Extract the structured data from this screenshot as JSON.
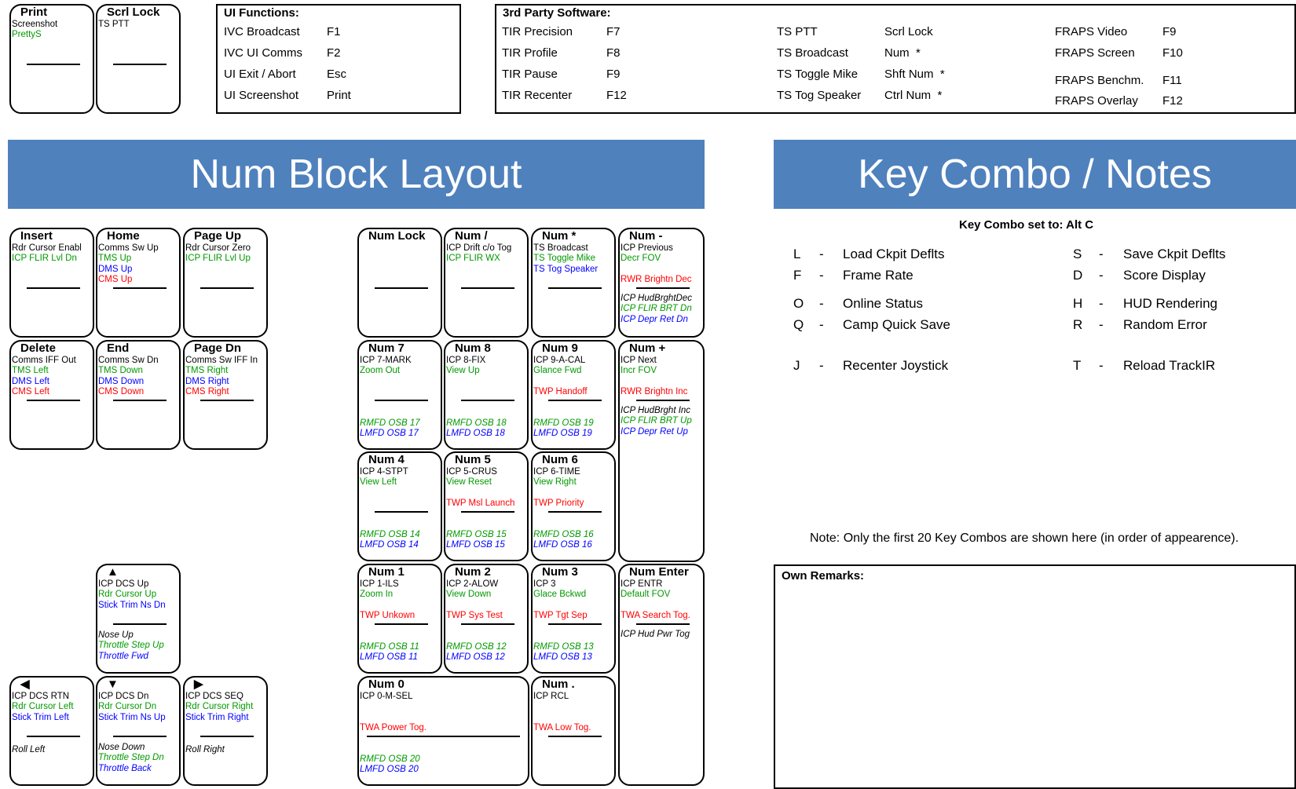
{
  "top_keys": [
    {
      "title": "Print",
      "lines": [
        {
          "text": "Screenshot",
          "c": "black"
        },
        {
          "text": "PrettyS",
          "c": "green"
        }
      ]
    },
    {
      "title": "Scrl Lock",
      "lines": [
        {
          "text": "TS PTT",
          "c": "black"
        }
      ]
    }
  ],
  "ui_functions": {
    "title": "UI Functions:",
    "rows": [
      [
        "IVC Broadcast",
        "F1"
      ],
      [
        "IVC UI Comms",
        "F2"
      ],
      [
        "UI Exit / Abort",
        "Esc"
      ],
      [
        "UI Screenshot",
        "Print"
      ]
    ]
  },
  "third_party": {
    "title": "3rd Party Software:",
    "tir": [
      [
        "TIR Precision",
        "F7"
      ],
      [
        "TIR Profile",
        "F8"
      ],
      [
        "TIR Pause",
        "F9"
      ],
      [
        "TIR Recenter",
        "F12"
      ]
    ],
    "ts": [
      [
        "TS PTT",
        "Scrl Lock"
      ],
      [
        "TS Broadcast",
        "Num  *"
      ],
      [
        "TS Toggle Mike",
        "Shft Num  *"
      ],
      [
        "TS Tog Speaker",
        "Ctrl Num  *"
      ]
    ],
    "fraps": [
      [
        "FRAPS Video",
        "F9"
      ],
      [
        "FRAPS Screen",
        "F10"
      ],
      [
        "FRAPS Benchm.",
        "F11"
      ],
      [
        "FRAPS Overlay",
        "F12"
      ]
    ]
  },
  "banners": {
    "num_block": "Num Block Layout",
    "key_combo": "Key Combo / Notes"
  },
  "nav_keys": [
    {
      "title": "Insert",
      "lines": [
        {
          "text": "Rdr Cursor Enabl",
          "c": "black"
        },
        {
          "text": "ICP FLIR Lvl Dn",
          "c": "green"
        }
      ]
    },
    {
      "title": "Home",
      "lines": [
        {
          "text": "Comms Sw Up",
          "c": "black"
        },
        {
          "text": "TMS Up",
          "c": "green"
        },
        {
          "text": "DMS Up",
          "c": "blue"
        },
        {
          "text": "CMS Up",
          "c": "red"
        }
      ]
    },
    {
      "title": "Page Up",
      "lines": [
        {
          "text": "Rdr Cursor Zero",
          "c": "black"
        },
        {
          "text": "ICP FLIR Lvl Up",
          "c": "green"
        }
      ]
    },
    {
      "title": "Delete",
      "lines": [
        {
          "text": "Comms IFF Out",
          "c": "black"
        },
        {
          "text": "TMS Left",
          "c": "green"
        },
        {
          "text": "DMS Left",
          "c": "blue"
        },
        {
          "text": "CMS Left",
          "c": "red"
        }
      ]
    },
    {
      "title": "End",
      "lines": [
        {
          "text": "Comms Sw Dn",
          "c": "black"
        },
        {
          "text": "TMS Down",
          "c": "green"
        },
        {
          "text": "DMS Down",
          "c": "blue"
        },
        {
          "text": "CMS Down",
          "c": "red"
        }
      ]
    },
    {
      "title": "Page Dn",
      "lines": [
        {
          "text": "Comms Sw IFF In",
          "c": "black"
        },
        {
          "text": "TMS Right",
          "c": "green"
        },
        {
          "text": "DMS Right",
          "c": "blue"
        },
        {
          "text": "CMS Right",
          "c": "red"
        }
      ]
    }
  ],
  "arrow_keys": [
    {
      "title": "▲",
      "lines": [
        {
          "text": "ICP DCS Up",
          "c": "black"
        },
        {
          "text": "Rdr Cursor Up",
          "c": "green"
        },
        {
          "text": "Stick Trim Ns Dn",
          "c": "blue"
        }
      ],
      "lower": [
        {
          "text": "Nose Up",
          "c": "black"
        },
        {
          "text": "Throttle Step Up",
          "c": "green"
        },
        {
          "text": "Throttle Fwd",
          "c": "blue"
        }
      ]
    },
    {
      "title": "◀",
      "lines": [
        {
          "text": "ICP DCS RTN",
          "c": "black"
        },
        {
          "text": "Rdr Cursor Left",
          "c": "green"
        },
        {
          "text": "Stick Trim Left",
          "c": "blue"
        }
      ],
      "lower": [
        {
          "text": "Roll Left",
          "c": "black"
        }
      ]
    },
    {
      "title": "▼",
      "lines": [
        {
          "text": "ICP DCS Dn",
          "c": "black"
        },
        {
          "text": "Rdr Cursor Dn",
          "c": "green"
        },
        {
          "text": "Stick Trim Ns Up",
          "c": "blue"
        }
      ],
      "lower": [
        {
          "text": "Nose Down",
          "c": "black"
        },
        {
          "text": "Throttle Step Dn",
          "c": "green"
        },
        {
          "text": "Throttle Back",
          "c": "blue"
        }
      ]
    },
    {
      "title": "▶",
      "lines": [
        {
          "text": "ICP DCS SEQ",
          "c": "black"
        },
        {
          "text": "Rdr Cursor Right",
          "c": "green"
        },
        {
          "text": "Stick Trim Right",
          "c": "blue"
        }
      ],
      "lower": [
        {
          "text": "Roll Right",
          "c": "black"
        }
      ]
    }
  ],
  "num_keys": [
    {
      "title": "Num Lock",
      "lines": [],
      "lower": []
    },
    {
      "title": "Num /",
      "lines": [
        {
          "text": "ICP Drift c/o Tog",
          "c": "black"
        },
        {
          "text": "ICP FLIR WX",
          "c": "green"
        }
      ],
      "lower": []
    },
    {
      "title": "Num  *",
      "lines": [
        {
          "text": "TS Broadcast",
          "c": "black"
        },
        {
          "text": "TS Toggle Mike",
          "c": "green"
        },
        {
          "text": "TS Tog Speaker",
          "c": "blue"
        }
      ],
      "lower": []
    },
    {
      "title": "Num -",
      "lines": [
        {
          "text": "ICP Previous",
          "c": "black"
        },
        {
          "text": "Decr FOV",
          "c": "green"
        }
      ],
      "mid": {
        "text": "RWR Brightn Dec",
        "c": "red"
      },
      "lower": [
        {
          "text": "ICP HudBrghtDec",
          "c": "black"
        },
        {
          "text": "ICP FLIR BRT Dn",
          "c": "green"
        },
        {
          "text": "ICP Depr Ret Dn",
          "c": "blue"
        }
      ]
    },
    {
      "title": "Num 7",
      "lines": [
        {
          "text": "ICP 7-MARK",
          "c": "black"
        },
        {
          "text": "Zoom Out",
          "c": "green"
        }
      ],
      "lower": [
        {
          "text": "RMFD OSB 17",
          "c": "green"
        },
        {
          "text": "LMFD OSB 17",
          "c": "blue"
        }
      ]
    },
    {
      "title": "Num 8",
      "lines": [
        {
          "text": "ICP 8-FIX",
          "c": "black"
        },
        {
          "text": "View Up",
          "c": "green"
        }
      ],
      "lower": [
        {
          "text": "RMFD OSB 18",
          "c": "green"
        },
        {
          "text": "LMFD OSB 18",
          "c": "blue"
        }
      ]
    },
    {
      "title": "Num 9",
      "lines": [
        {
          "text": "ICP 9-A-CAL",
          "c": "black"
        },
        {
          "text": "Glance Fwd",
          "c": "green"
        }
      ],
      "mid": {
        "text": "TWP Handoff",
        "c": "red"
      },
      "lower": [
        {
          "text": "RMFD OSB 19",
          "c": "green"
        },
        {
          "text": "LMFD OSB 19",
          "c": "blue"
        }
      ]
    },
    {
      "title": "Num +",
      "lines": [
        {
          "text": "ICP Next",
          "c": "black"
        },
        {
          "text": "Incr FOV",
          "c": "green"
        }
      ],
      "mid": {
        "text": "RWR Brightn Inc",
        "c": "red"
      },
      "lower": [
        {
          "text": "ICP HudBrght Inc",
          "c": "black"
        },
        {
          "text": "ICP FLIR BRT Up",
          "c": "green"
        },
        {
          "text": "ICP Depr Ret Up",
          "c": "blue"
        }
      ]
    },
    {
      "title": "Num 4",
      "lines": [
        {
          "text": "ICP 4-STPT",
          "c": "black"
        },
        {
          "text": "View Left",
          "c": "green"
        }
      ],
      "lower": [
        {
          "text": "RMFD OSB 14",
          "c": "green"
        },
        {
          "text": "LMFD OSB 14",
          "c": "blue"
        }
      ]
    },
    {
      "title": "Num 5",
      "lines": [
        {
          "text": "ICP 5-CRUS",
          "c": "black"
        },
        {
          "text": "View Reset",
          "c": "green"
        }
      ],
      "mid": {
        "text": "TWP Msl Launch",
        "c": "red"
      },
      "lower": [
        {
          "text": "RMFD OSB 15",
          "c": "green"
        },
        {
          "text": "LMFD OSB 15",
          "c": "blue"
        }
      ]
    },
    {
      "title": "Num 6",
      "lines": [
        {
          "text": "ICP 6-TIME",
          "c": "black"
        },
        {
          "text": "View Right",
          "c": "green"
        }
      ],
      "mid": {
        "text": "TWP Priority",
        "c": "red"
      },
      "lower": [
        {
          "text": "RMFD OSB 16",
          "c": "green"
        },
        {
          "text": "LMFD OSB 16",
          "c": "blue"
        }
      ]
    },
    {
      "title": "Num 1",
      "lines": [
        {
          "text": "ICP 1-ILS",
          "c": "black"
        },
        {
          "text": "Zoom In",
          "c": "green"
        }
      ],
      "mid": {
        "text": "TWP Unkown",
        "c": "red"
      },
      "lower": [
        {
          "text": "RMFD OSB 11",
          "c": "green"
        },
        {
          "text": "LMFD OSB 11",
          "c": "blue"
        }
      ]
    },
    {
      "title": "Num 2",
      "lines": [
        {
          "text": "ICP 2-ALOW",
          "c": "black"
        },
        {
          "text": "View Down",
          "c": "green"
        }
      ],
      "mid": {
        "text": "TWP Sys Test",
        "c": "red"
      },
      "lower": [
        {
          "text": "RMFD OSB 12",
          "c": "green"
        },
        {
          "text": "LMFD OSB 12",
          "c": "blue"
        }
      ]
    },
    {
      "title": "Num 3",
      "lines": [
        {
          "text": "ICP 3",
          "c": "black"
        },
        {
          "text": "Glace Bckwd",
          "c": "green"
        }
      ],
      "mid": {
        "text": "TWP Tgt Sep",
        "c": "red"
      },
      "lower": [
        {
          "text": "RMFD OSB 13",
          "c": "green"
        },
        {
          "text": "LMFD OSB 13",
          "c": "blue"
        }
      ]
    },
    {
      "title": "Num Enter",
      "lines": [
        {
          "text": "ICP ENTR",
          "c": "black"
        },
        {
          "text": "Default FOV",
          "c": "green"
        }
      ],
      "mid": {
        "text": "TWA Search Tog.",
        "c": "red"
      },
      "lower": [
        {
          "text": "ICP Hud Pwr Tog",
          "c": "black"
        }
      ]
    },
    {
      "title": "Num 0",
      "lines": [
        {
          "text": "ICP 0-M-SEL",
          "c": "black"
        }
      ],
      "mid": {
        "text": "TWA Power Tog.",
        "c": "red"
      },
      "lower": [
        {
          "text": "RMFD OSB 20",
          "c": "green"
        },
        {
          "text": "LMFD OSB 20",
          "c": "blue"
        }
      ]
    },
    {
      "title": "Num .",
      "lines": [
        {
          "text": "ICP RCL",
          "c": "black"
        }
      ],
      "mid": {
        "text": "TWA Low Tog.",
        "c": "red"
      },
      "lower": []
    }
  ],
  "key_combo": {
    "heading": "Key Combo set to: Alt C",
    "items": [
      {
        "key": "L",
        "dash": "-",
        "desc": "Load Ckpit Deflts"
      },
      {
        "key": "S",
        "dash": "-",
        "desc": "Save Ckpit Deflts"
      },
      {
        "key": "F",
        "dash": "-",
        "desc": "Frame Rate"
      },
      {
        "key": "D",
        "dash": "-",
        "desc": "Score Display"
      },
      {
        "key": "O",
        "dash": "-",
        "desc": "Online Status"
      },
      {
        "key": "H",
        "dash": "-",
        "desc": "HUD Rendering"
      },
      {
        "key": "Q",
        "dash": "-",
        "desc": "Camp Quick Save"
      },
      {
        "key": "R",
        "dash": "-",
        "desc": "Random Error"
      },
      {
        "key": "J",
        "dash": "-",
        "desc": "Recenter Joystick"
      },
      {
        "key": "T",
        "dash": "-",
        "desc": "Reload TrackIR"
      }
    ],
    "note": "Note: Only the first 20 Key Combos are shown here (in order of appearence).",
    "remarks_title": "Own Remarks:"
  },
  "colors": {
    "banner": "#4f81bd",
    "green": "#009900",
    "blue": "#0000ff",
    "red": "#ff0000"
  }
}
